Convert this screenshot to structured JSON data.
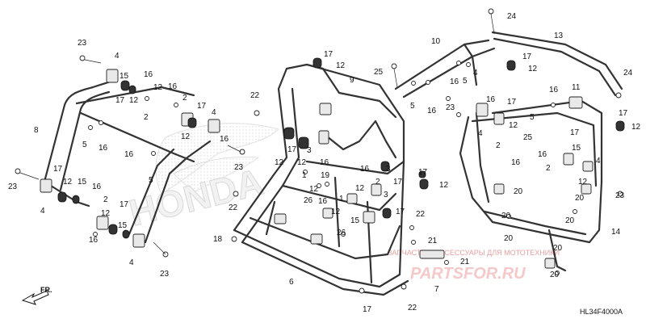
{
  "diagram": {
    "code": "HL34F4000A",
    "direction_label": "FR.",
    "logo_text": "HONDA",
    "watermark_small": "ЗАПЧАСТИ И АКСЕССУАРЫ ДЛЯ МОТОТЕХНИКИ",
    "watermark_big": "PARTSFOR.RU",
    "callouts": [
      "1",
      "2",
      "3",
      "4",
      "5",
      "6",
      "7",
      "8",
      "9",
      "10",
      "11",
      "12",
      "13",
      "14",
      "15",
      "16",
      "17",
      "18",
      "19",
      "20",
      "21",
      "22",
      "23",
      "24",
      "25",
      "26"
    ]
  }
}
